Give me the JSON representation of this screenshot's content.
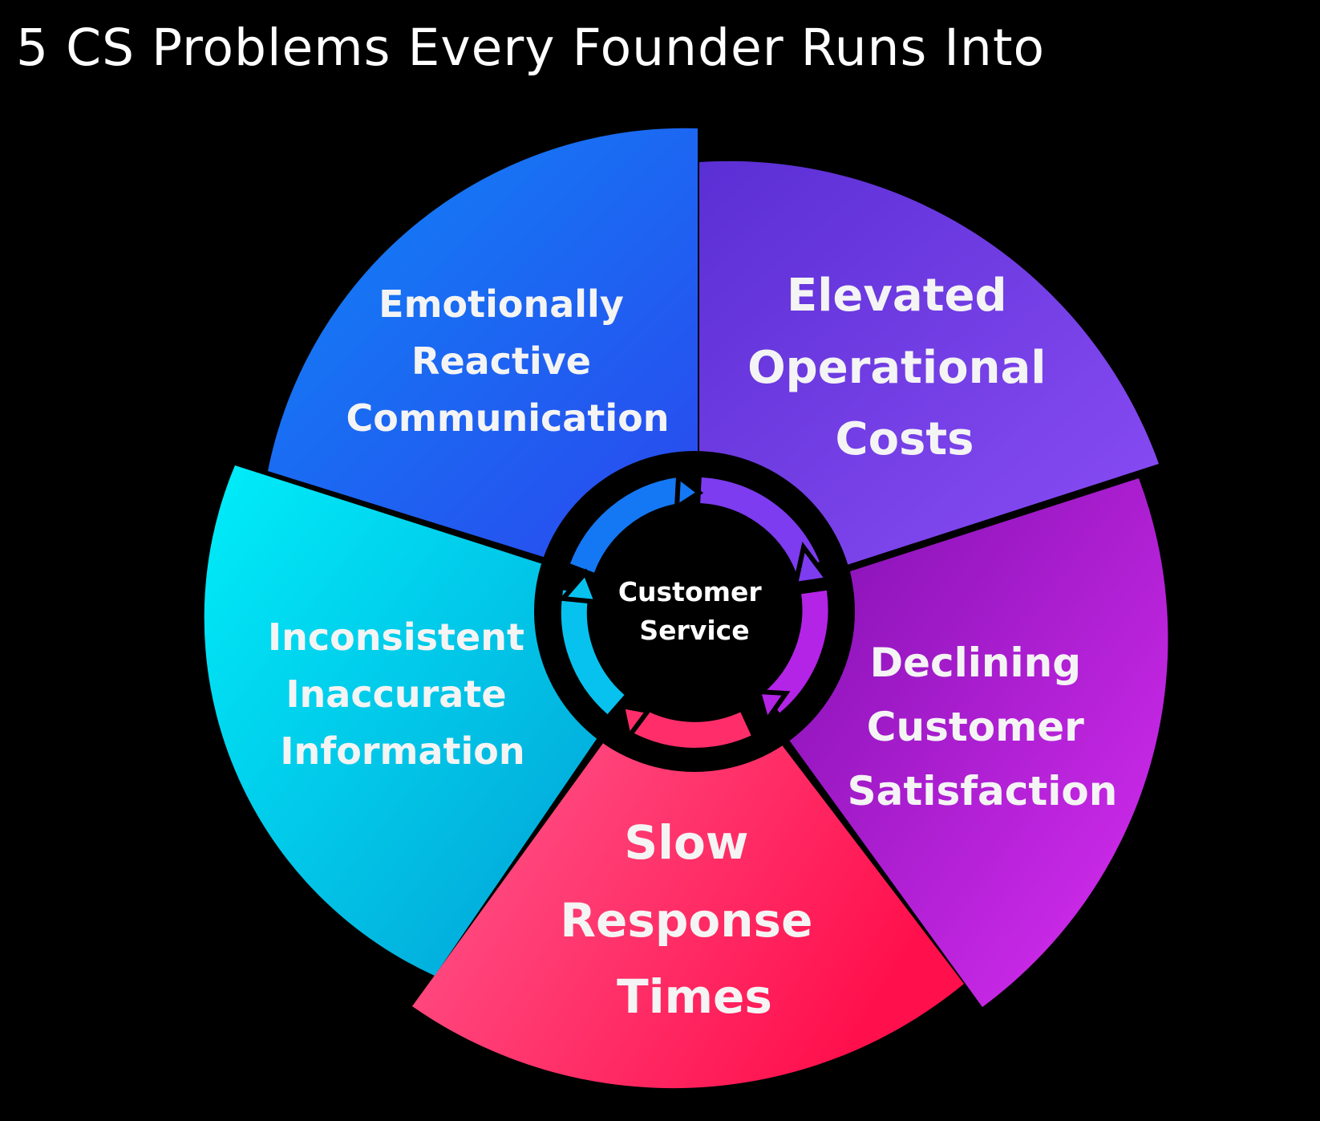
{
  "title": "5 CS Problems Every Founder Runs Into",
  "hub": {
    "line1": "Customer",
    "line2": "Service"
  },
  "segments": [
    {
      "id": "elevated-operational-costs",
      "lines": [
        "Elevated",
        "Operational",
        "Costs"
      ],
      "color_start": "#5b2fd6",
      "color_end": "#8a4cf4"
    },
    {
      "id": "declining-customer-satisfaction",
      "lines": [
        "Declining",
        "Customer",
        "Satisfaction"
      ],
      "color_start": "#8a12b8",
      "color_end": "#d22ef0"
    },
    {
      "id": "slow-response-times",
      "lines": [
        "Slow",
        "Response",
        "Times"
      ],
      "color_start": "#ff4f86",
      "color_end": "#ff1452"
    },
    {
      "id": "inconsistent-inaccurate-information",
      "lines": [
        "Inconsistent",
        "Inaccurate",
        "Information"
      ],
      "color_start": "#00e8f8",
      "color_end": "#02a6d8"
    },
    {
      "id": "emotionally-reactive-communication",
      "lines": [
        "Emotionally",
        "Reactive",
        "Communication"
      ],
      "color_start": "#1480f4",
      "color_end": "#2a4ef0"
    }
  ]
}
